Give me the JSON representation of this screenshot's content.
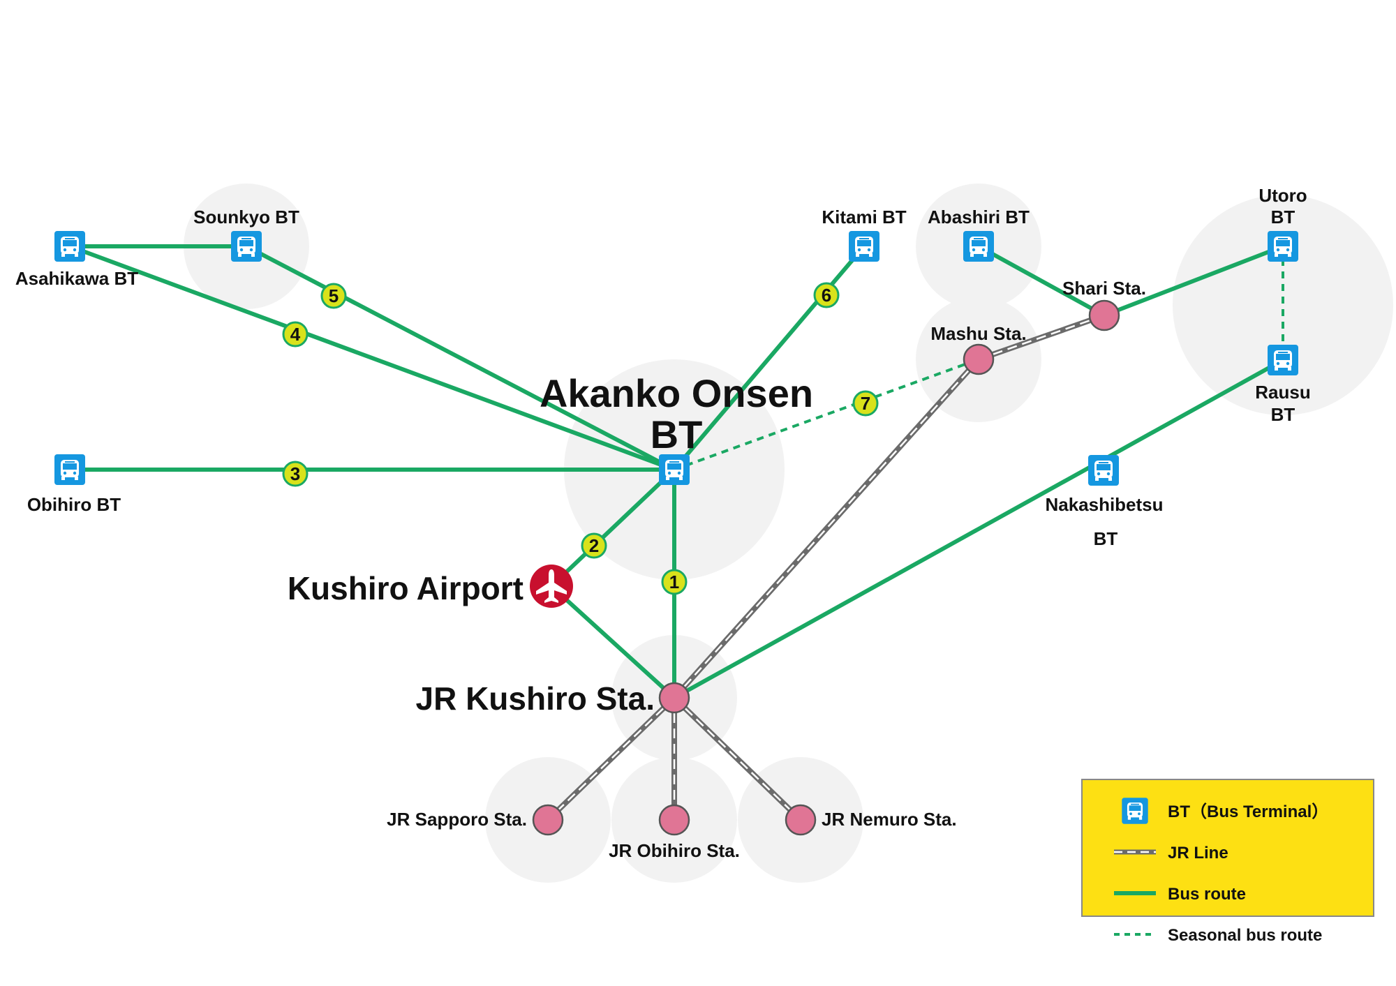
{
  "colors": {
    "bus_route": "#1aa863",
    "jr_line": "#6b6b6b",
    "station": "#e07595",
    "bus_terminal": "#1597e0",
    "route_badge": "#d9e21b",
    "airport": "#c8102e",
    "legend_bg": "#fde013",
    "halo": "#f2f2f2"
  },
  "icons": {
    "bus_terminal": "bus-icon",
    "station": "station-dot-icon",
    "airport": "airplane-icon"
  },
  "labels": {
    "asahikawa": "Asahikawa BT",
    "sounkyo": "Sounkyo BT",
    "kitami": "Kitami BT",
    "abashiri": "Abashiri BT",
    "utoro_1": "Utoro",
    "utoro_2": "BT",
    "shari": "Shari Sta.",
    "mashu": "Mashu Sta.",
    "rausu_1": "Rausu",
    "rausu_2": "BT",
    "akanko_1": "Akanko Onsen",
    "akanko_2": "BT",
    "obihiro_bt": "Obihiro BT",
    "nakashibetsu_1": "Nakashibetsu",
    "nakashibetsu_2": "BT",
    "airport": "Kushiro Airport",
    "kushiro": "JR Kushiro Sta.",
    "sapporo": "JR Sapporo Sta.",
    "obihiro_sta": "JR Obihiro Sta.",
    "nemuro": "JR Nemuro Sta."
  },
  "routes": [
    "1",
    "2",
    "3",
    "4",
    "5",
    "6",
    "7"
  ],
  "legend": {
    "bus_terminal": "BT（Bus Terminal）",
    "jr_line": "JR Line",
    "bus_route": "Bus route",
    "seasonal": "Seasonal bus route"
  }
}
